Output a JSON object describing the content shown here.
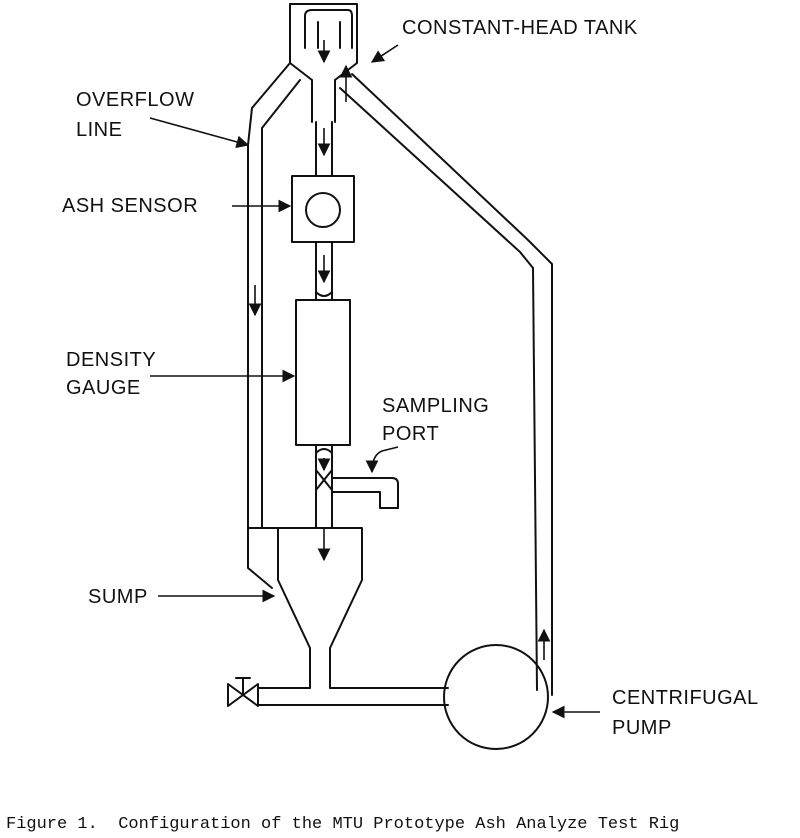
{
  "labels": {
    "tank": "CONSTANT-HEAD TANK",
    "overflow_1": "OVERFLOW",
    "overflow_2": "LINE",
    "ash_sensor": "ASH SENSOR",
    "density_1": "DENSITY",
    "density_2": "GAUGE",
    "sampling_1": "SAMPLING",
    "sampling_2": "PORT",
    "sump": "SUMP",
    "pump_1": "CENTRIFUGAL",
    "pump_2": "PUMP"
  },
  "caption": "Figure 1.  Configuration of the MTU Prototype Ash Analyze Test Rig"
}
